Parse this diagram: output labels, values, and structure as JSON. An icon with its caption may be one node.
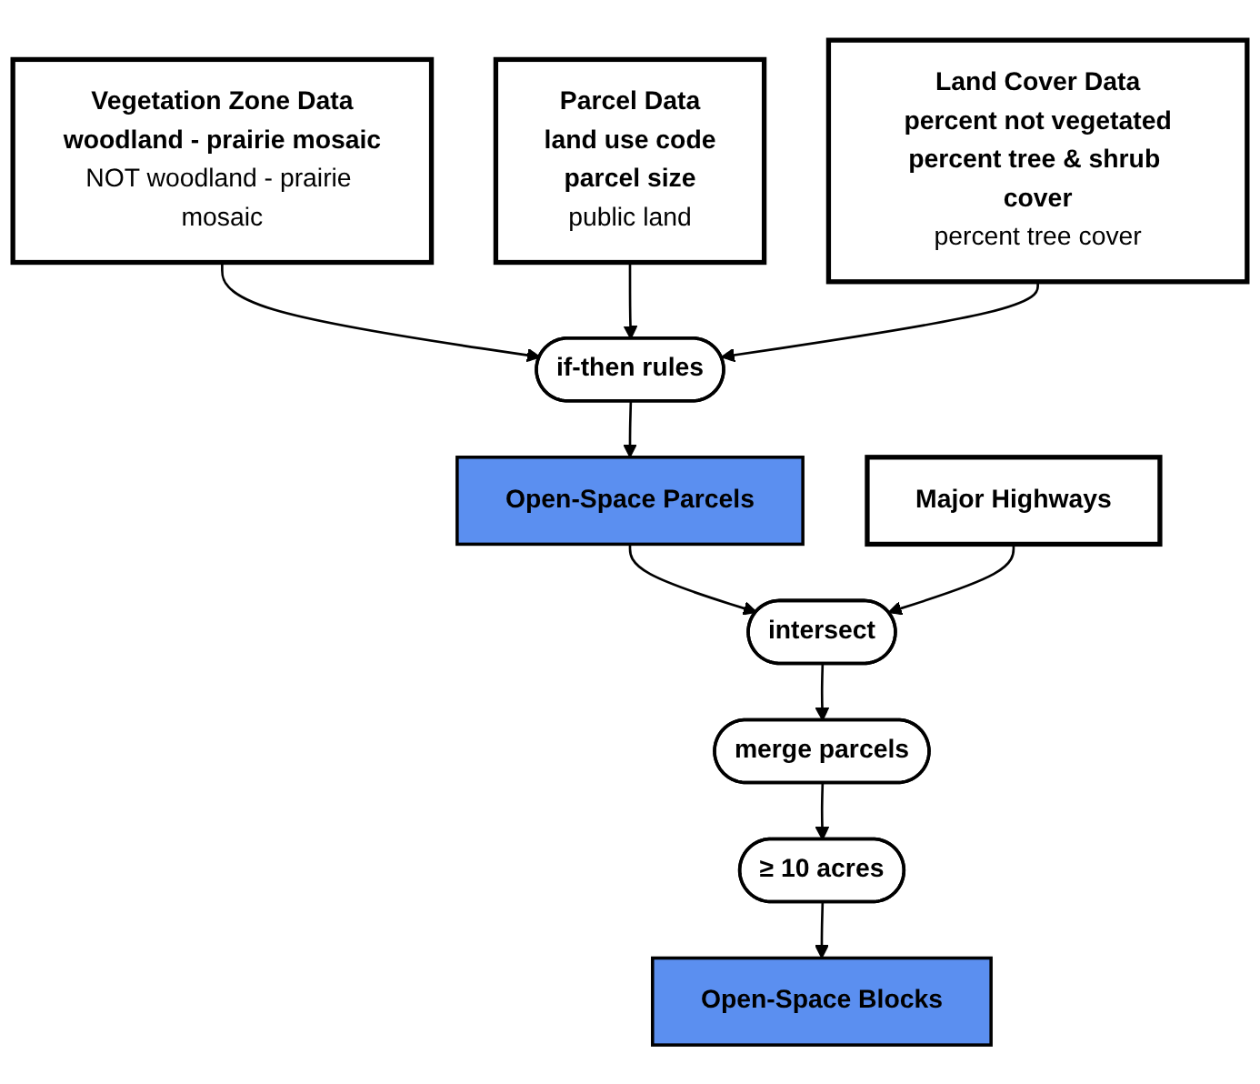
{
  "diagram": {
    "nodes": [
      {
        "text": [
          "Vegetation Zone Data",
          "woodland - prairie mosaic",
          "NOT woodland - prairie mosaic"
        ]
      },
      {
        "text": [
          "Parcel Data",
          "land use code",
          "parcel size",
          "public land"
        ]
      },
      {
        "text": [
          "if-then rules"
        ]
      },
      {
        "text": [
          "Land Cover Data",
          "percent not vegetated",
          "percent tree & shrub cover",
          "percent tree cover"
        ]
      },
      {
        "text": [
          "Open-Space Parcels"
        ]
      },
      {
        "text": [
          "intersect"
        ]
      },
      {
        "text": [
          "Major Highways"
        ]
      },
      {
        "text": [
          "merge parcels"
        ]
      },
      {
        "text": [
          "≥ 10 acres"
        ]
      },
      {
        "text": [
          "Open-Space Blocks"
        ]
      }
    ],
    "edges": [
      {
        "from": 0,
        "to": 2,
        "arrow": "to"
      },
      {
        "from": 1,
        "to": 2,
        "arrow": "to"
      },
      {
        "from": 3,
        "to": 2,
        "arrow": "to"
      },
      {
        "from": 2,
        "to": 4,
        "arrow": "to"
      },
      {
        "from": 4,
        "to": 5,
        "arrow": "to"
      },
      {
        "from": 6,
        "to": 5,
        "arrow": "to"
      },
      {
        "from": 5,
        "to": 7,
        "arrow": "to"
      },
      {
        "from": 7,
        "to": 8,
        "arrow": "to"
      },
      {
        "from": 8,
        "to": 9,
        "arrow": "to"
      }
    ]
  }
}
